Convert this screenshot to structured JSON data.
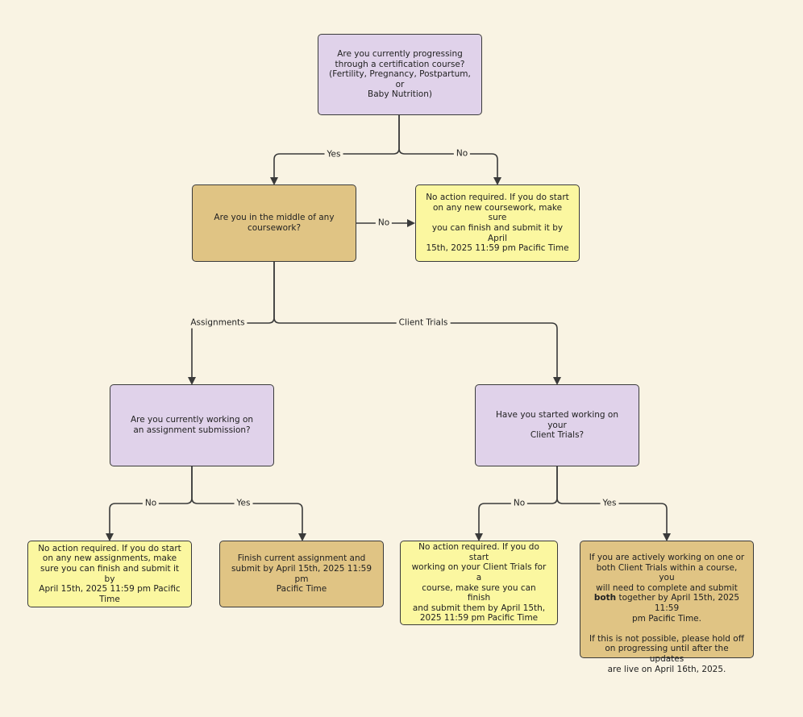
{
  "nodes": {
    "q_certification": "Are you currently progressing\nthrough a certification course?\n(Fertility, Pregnancy, Postpartum, or\nBaby Nutrition)",
    "q_coursework": "Are you in the middle of any\ncoursework?",
    "a_no_coursework": "No action required. If you do start\non any new coursework, make sure\nyou can finish and submit it by April\n15th, 2025 11:59 pm Pacific Time",
    "q_assignment": "Are you currently working on\nan assignment submission?",
    "q_client_trials": "Have you started working on your\nClient Trials?",
    "a_no_assignment": "No action required. If you do start\non any new assignments, make\nsure you can finish and submit it by\nApril 15th, 2025 11:59 pm Pacific\nTime",
    "a_finish_assignment": "Finish current assignment and\nsubmit by April 15th, 2025 11:59 pm\nPacific Time",
    "a_no_client_trials": "No action required. If you do start\nworking on your Client Trials for a\ncourse, make sure you can finish\nand submit them by April 15th,\n2025 11:59 pm Pacific Time",
    "a_client_trials": {
      "line1": "If you are actively working on one or",
      "line2": "both Client Trials within a course, you",
      "line3": "will need to complete and submit",
      "bold": "both",
      "line4_rest": " together by April 15th, 2025 11:59",
      "line5": "pm Pacific Time.",
      "para2_line1": "If this is not possible, please hold off",
      "para2_line2": "on progressing until after the updates",
      "para2_line3": "are live on April 16th, 2025."
    }
  },
  "edge_labels": {
    "yes_1": "Yes",
    "no_1": "No",
    "no_2": "No",
    "assignments": "Assignments",
    "client_trials": "Client Trials",
    "no_3": "No",
    "yes_3": "Yes",
    "no_4": "No",
    "yes_4": "Yes"
  },
  "colors": {
    "background": "#f9f3e3",
    "question_purple": "#e0d2ea",
    "decision_tan": "#e0c484",
    "outcome_yellow": "#fbf7a0",
    "line": "#3a3a3a"
  }
}
